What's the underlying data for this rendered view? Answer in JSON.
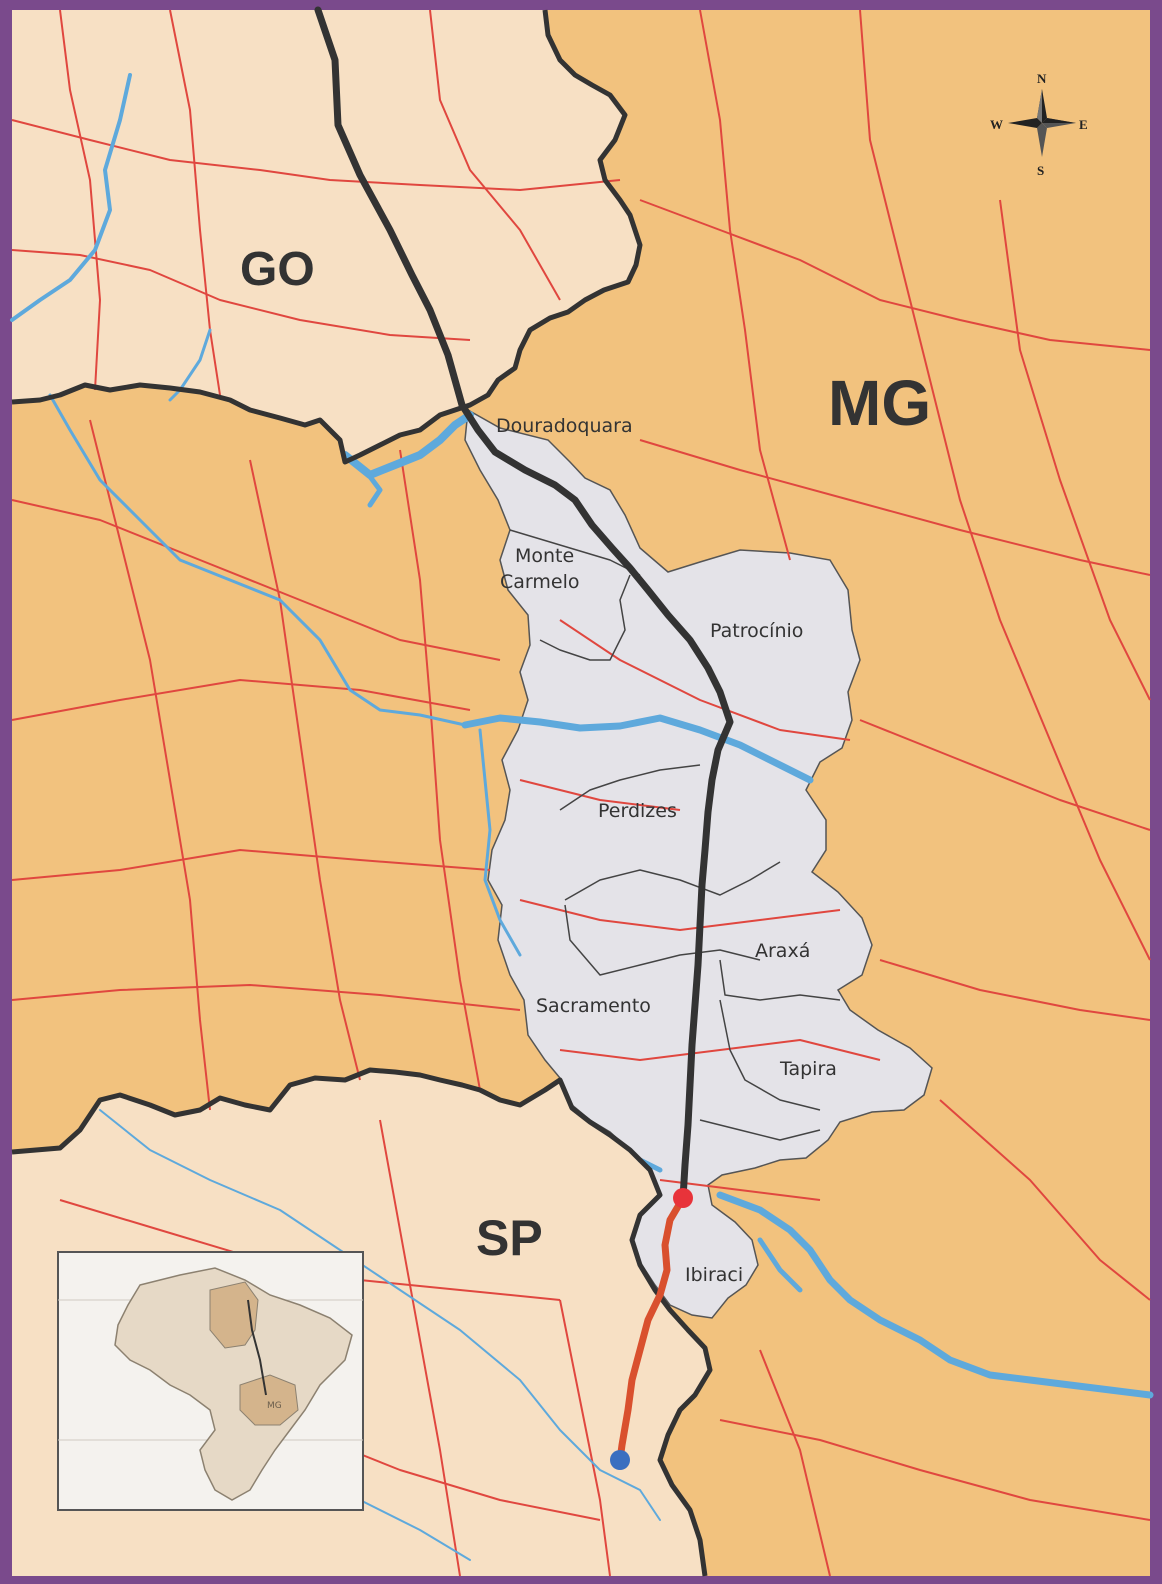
{
  "colors": {
    "frame": "#7a4a8c",
    "mg_fill": "#f2c27e",
    "other_state_fill": "#f7e0c4",
    "region_fill": "#e4e3e8",
    "road": "#e0473f",
    "water": "#5ea9dc",
    "border": "#333333",
    "main_route": "#333333",
    "extension_route": "#d9502e",
    "start_point": "#e8333a",
    "end_point": "#3a6fc0"
  },
  "states": [
    {
      "id": "go",
      "label": "GO"
    },
    {
      "id": "mg",
      "label": "MG"
    },
    {
      "id": "sp",
      "label": "SP"
    }
  ],
  "cities": [
    {
      "id": "douradoquara",
      "lines": [
        "Douradoquara"
      ]
    },
    {
      "id": "monte-carmelo",
      "lines": [
        "Monte",
        "Carmelo"
      ]
    },
    {
      "id": "patrocinio",
      "lines": [
        "Patrocínio"
      ]
    },
    {
      "id": "perdizes",
      "lines": [
        "Perdizes"
      ]
    },
    {
      "id": "araxa",
      "lines": [
        "Araxá"
      ]
    },
    {
      "id": "sacramento",
      "lines": [
        "Sacramento"
      ]
    },
    {
      "id": "tapira",
      "lines": [
        "Tapira"
      ]
    },
    {
      "id": "ibiraci",
      "lines": [
        "Ibiraci"
      ]
    }
  ],
  "compass": {
    "n": "N",
    "s": "S",
    "e": "E",
    "w": "W"
  },
  "inset": {
    "icon": "brazil-locator-map",
    "highlight": "MG"
  },
  "icons": {
    "compass": "compass-rose-icon"
  }
}
